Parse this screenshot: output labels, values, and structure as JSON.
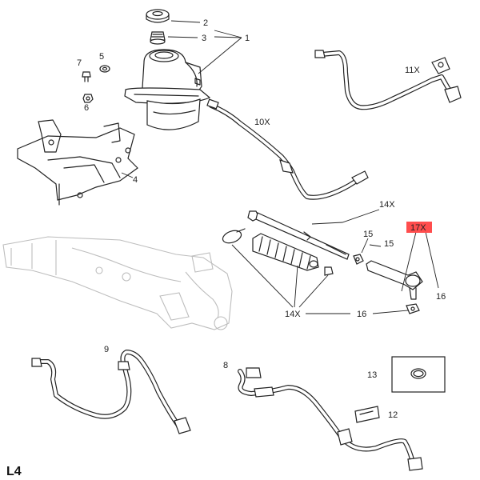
{
  "page_id": "L4",
  "highlight_color": "#ff4d4d",
  "callouts": {
    "c1": "1",
    "c2": "2",
    "c3": "3",
    "c4": "4",
    "c5": "5",
    "c6": "6",
    "c7": "7",
    "c8": "8",
    "c9": "9",
    "c10x": "10X",
    "c11x": "11X",
    "c12": "12",
    "c13": "13",
    "c14x_top": "14X",
    "c14x_bottom": "14X",
    "c15_left": "15",
    "c15_right": "15",
    "c16_right": "16",
    "c16_bottom": "16",
    "c17x": "17X"
  }
}
